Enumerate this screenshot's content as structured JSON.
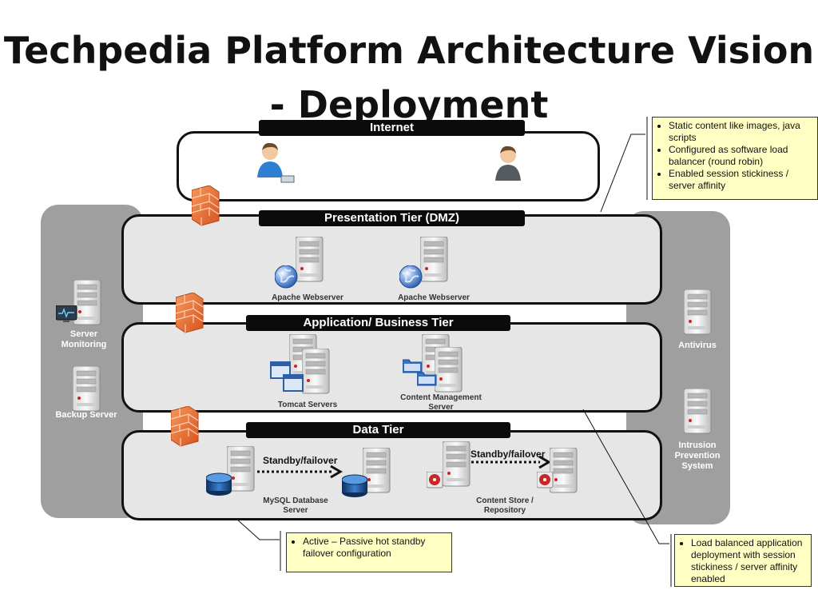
{
  "title": {
    "line1": "Techpedia Platform Architecture Vision",
    "line2": "- Deployment"
  },
  "tiers": {
    "internet": "Internet",
    "presentation": "Presentation Tier (DMZ)",
    "application": "Application/ Business Tier",
    "data": "Data Tier"
  },
  "nodes": {
    "apache1": "Apache Webserver",
    "apache2": "Apache Webserver",
    "tomcat": "Tomcat Servers",
    "cms": "Content Management Server",
    "mysql": "MySQL Database Server",
    "content_store": "Content Store / Repository",
    "standby1": "Standby/failover",
    "standby2": "Standby/failover"
  },
  "left_panel": {
    "monitoring": "Server Monitoring",
    "backup": "Backup Server"
  },
  "right_panel": {
    "antivirus": "Antivirus",
    "ips": "Intrusion Prevention System"
  },
  "notes": {
    "presentation": [
      "Static content like images, java scripts",
      "Configured as software load balancer (round robin)",
      "Enabled session stickiness / server affinity"
    ],
    "data": [
      "Active – Passive hot standby failover configuration"
    ],
    "application": [
      "Load balanced application deployment with session stickiness / server affinity enabled"
    ]
  },
  "colors": {
    "firewall": "#e8713a",
    "note_bg": "#ffffc4",
    "panel": "#9f9f9f",
    "tier_bg": "#e6e6e6"
  }
}
